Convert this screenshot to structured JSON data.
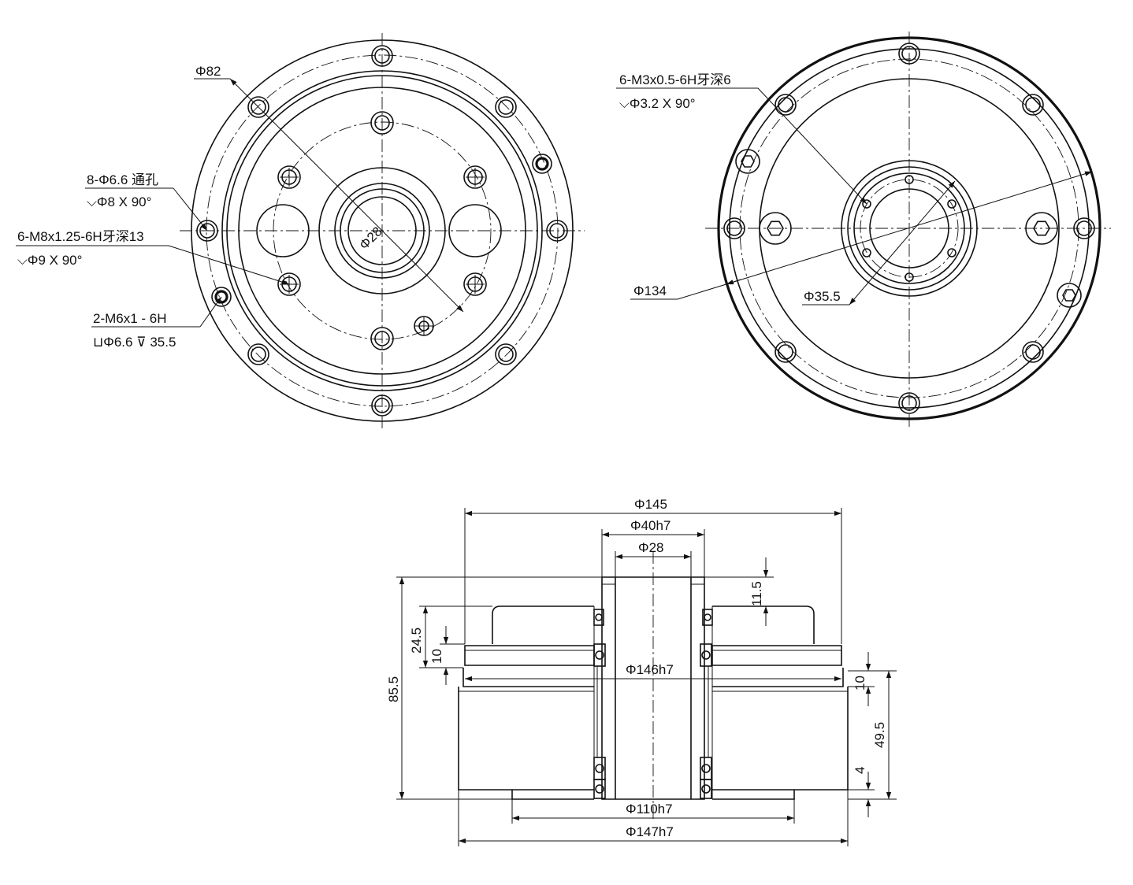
{
  "front_view": {
    "phi82": "Φ82",
    "phi28": "Φ28",
    "hole8_line1": "8-Φ6.6 通孔",
    "hole8_line2": "⌵Φ8 X 90°",
    "m8_line1": "6-M8x1.25-6H牙深13",
    "m8_line2": "⌵Φ9 X 90°",
    "m6_line1": "2-M6x1 - 6H",
    "m6_line2": "⊔Φ6.6 ⊽ 35.5"
  },
  "back_view": {
    "m3_line1": "6-M3x0.5-6H牙深6",
    "m3_line2": "⌵Φ3.2 X 90°",
    "phi134": "Φ134",
    "phi35_5": "Φ35.5"
  },
  "section_view": {
    "phi145": "Φ145",
    "phi40h7": "Φ40h7",
    "phi28": "Φ28",
    "d11_5": "11.5",
    "d24_5": "24.5",
    "d10_left": "10",
    "d85_5": "85.5",
    "phi146h7": "Φ146h7",
    "d10_right": "10",
    "d49_5": "49.5",
    "d4": "4",
    "phi110h7": "Φ110h7",
    "phi147h7": "Φ147h7"
  }
}
